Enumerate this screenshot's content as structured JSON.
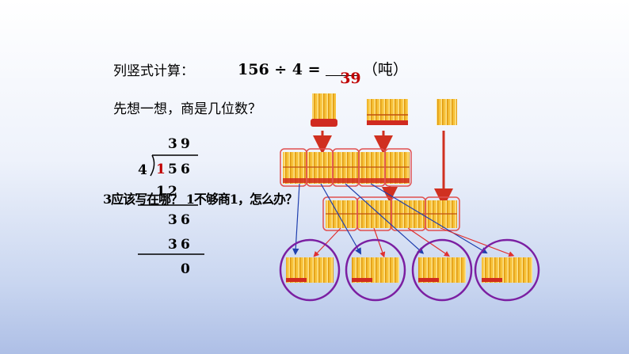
{
  "title_label": "列竖式计算：",
  "equation": {
    "expression": "156 ÷ 4 =",
    "blank": "___",
    "answer": "39",
    "unit": "（吨）"
  },
  "question": "先想一想，商是几位数？",
  "division": {
    "quotient": [
      "3",
      "9"
    ],
    "divisor": "4",
    "dividend": [
      "1",
      "5",
      "6"
    ],
    "step1_product": [
      "1",
      "2"
    ],
    "step1_remainder": [
      "3",
      "6"
    ],
    "step2_product": [
      "3",
      "6"
    ],
    "final_remainder": "0"
  },
  "overlay_text": "3应该写在哪？ 1不够商1，怎么办？",
  "colors": {
    "accent_red": "#c00000",
    "circle_purple": "#7b1fa2",
    "box_red": "#e05050",
    "arrow_blue": "#1f3fae",
    "stick_yellow": "#f5b820"
  }
}
